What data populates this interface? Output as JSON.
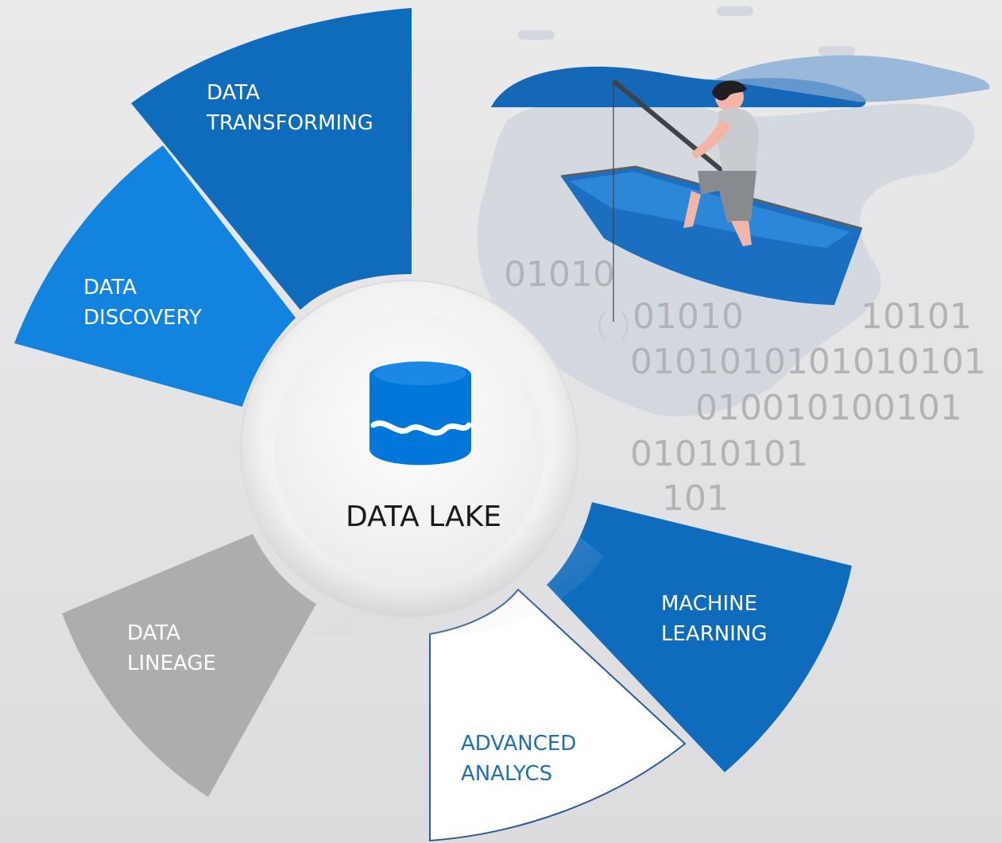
{
  "diagram": {
    "center": {
      "label": "DATA LAKE",
      "icon": "database-lake-icon"
    },
    "segments": [
      {
        "id": "transforming",
        "lines": [
          "DATA",
          "TRANSFORMING"
        ],
        "color": "#0f6cbd",
        "text_color": "#ffffff"
      },
      {
        "id": "discovery",
        "lines": [
          "DATA",
          "DISCOVERY"
        ],
        "color": "#1284e0",
        "text_color": "#ffffff"
      },
      {
        "id": "lineage",
        "lines": [
          "DATA",
          "LINEAGE"
        ],
        "color": "#afacad",
        "text_color": "#ffffff"
      },
      {
        "id": "advanced-analytics",
        "lines": [
          "ADVANCED",
          "ANALYCS"
        ],
        "color": "#ffffff",
        "text_color": "#1f6fb8"
      },
      {
        "id": "machine-learning",
        "lines": [
          "MACHINE",
          "LEARNING"
        ],
        "color": "#0f6cbd",
        "text_color": "#ffffff"
      }
    ],
    "binary_stream": [
      "01010",
      "01010",
      "10101",
      "0101010101010101",
      "010010100101",
      "01010101",
      "101"
    ],
    "illustration": "person-fishing-in-boat",
    "colors": {
      "primary_blue": "#0f6cbd",
      "bright_blue": "#1284e0",
      "gray": "#afacad",
      "lake_blue": "#0077d9",
      "binary_gray": "#b3b3b6"
    }
  }
}
